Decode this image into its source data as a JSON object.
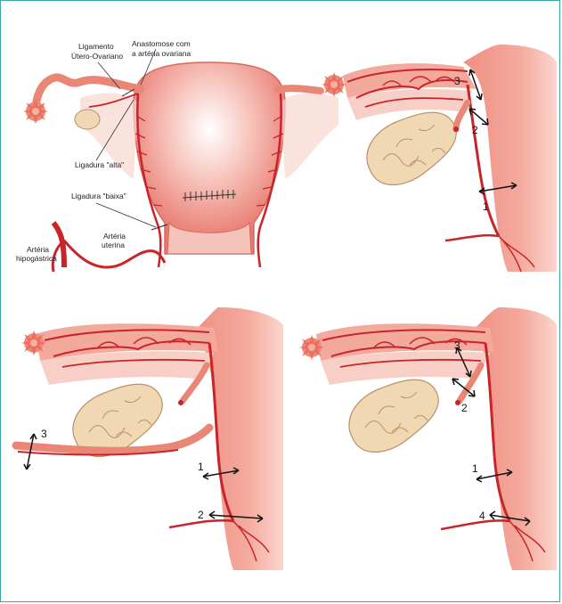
{
  "colors": {
    "border": "#3aa8a8",
    "vessel": "#c8242a",
    "tissue": "#f2a89a",
    "ovary": "#f0d8b0"
  },
  "panel1": {
    "ligamento": "Ligamento",
    "utero_ovariano": "Útero-Ovariano",
    "anastomose1": "Anastomose com",
    "anastomose2": "a artéria ovariana",
    "ligadura_alta": "Ligadura \"alta\"",
    "ligadura_baixa": "Ligadura \"baixa\"",
    "arteria1": "Artéria",
    "hipogastrica": "hipogástrica",
    "arteria2": "Artéria",
    "uterina": "uterina"
  },
  "panel2": {
    "n1": "1",
    "n2": "2",
    "n3": "3"
  },
  "panel3": {
    "n1": "1",
    "n2": "2",
    "n3": "3"
  },
  "panel4": {
    "n1": "1",
    "n2": "2",
    "n3": "3",
    "n4": "4"
  }
}
